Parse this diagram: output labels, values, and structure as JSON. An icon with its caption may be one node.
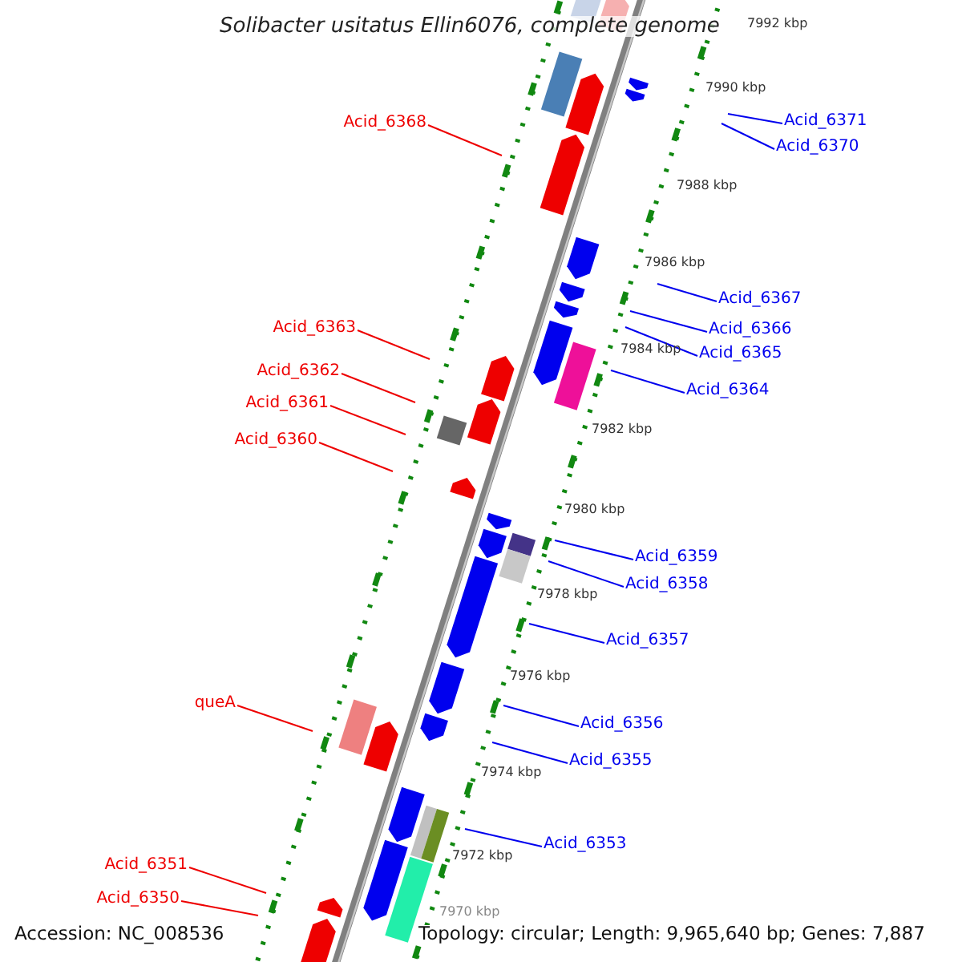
{
  "diagram": {
    "title": "Solibacter usitatus Ellin6076, complete genome",
    "nodes": [
      {
        "text": [
          "Acid_6371"
        ]
      },
      {
        "text": [
          "Acid_6368"
        ]
      },
      {
        "text": [
          "Acid_6370"
        ]
      },
      {
        "text": [
          "Acid_6367"
        ]
      },
      {
        "text": [
          "Acid_6363"
        ]
      },
      {
        "text": [
          "Acid_6366"
        ]
      },
      {
        "text": [
          "Acid_6365"
        ]
      },
      {
        "text": [
          "Acid_6362"
        ]
      },
      {
        "text": [
          "Acid_6364"
        ]
      },
      {
        "text": [
          "Acid_6361"
        ]
      },
      {
        "text": [
          "Acid_6360"
        ]
      },
      {
        "text": [
          "Acid_6359"
        ]
      },
      {
        "text": [
          "Acid_6358"
        ]
      },
      {
        "text": [
          "Acid_6357"
        ]
      },
      {
        "text": [
          "queA"
        ]
      },
      {
        "text": [
          "Acid_6356"
        ]
      },
      {
        "text": [
          "Acid_6355"
        ]
      },
      {
        "text": [
          "Acid_6353"
        ]
      },
      {
        "text": [
          "Acid_6351"
        ]
      },
      {
        "text": [
          "Acid_6350"
        ]
      }
    ],
    "edges": [
      {
        "from": 0,
        "to": null,
        "arrow": "none"
      },
      {
        "from": 1,
        "to": null,
        "arrow": "none",
        "color": "#ee0000"
      },
      {
        "from": 2,
        "to": null,
        "arrow": "none"
      },
      {
        "from": 3,
        "to": null,
        "arrow": "none"
      },
      {
        "from": 4,
        "to": null,
        "arrow": "none",
        "color": "#ee0000"
      },
      {
        "from": 5,
        "to": null,
        "arrow": "none"
      },
      {
        "from": 6,
        "to": null,
        "arrow": "none"
      },
      {
        "from": 7,
        "to": null,
        "arrow": "none",
        "color": "#ee0000"
      },
      {
        "from": 8,
        "to": null,
        "arrow": "none"
      },
      {
        "from": 9,
        "to": null,
        "arrow": "none",
        "color": "#ee0000"
      },
      {
        "from": 10,
        "to": null,
        "arrow": "none",
        "color": "#ee0000"
      },
      {
        "from": 11,
        "to": null,
        "arrow": "none"
      },
      {
        "from": 12,
        "to": null,
        "arrow": "none"
      },
      {
        "from": 13,
        "to": null,
        "arrow": "none"
      },
      {
        "from": 14,
        "to": null,
        "arrow": "none",
        "color": "#ee0000"
      },
      {
        "from": 15,
        "to": null,
        "arrow": "none"
      },
      {
        "from": 16,
        "to": null,
        "arrow": "none"
      },
      {
        "from": 17,
        "to": null,
        "arrow": "none"
      },
      {
        "from": 18,
        "to": null,
        "arrow": "none",
        "color": "#ee0000"
      },
      {
        "from": 19,
        "to": null,
        "arrow": "none",
        "color": "#ee0000"
      }
    ],
    "labels": [
      "7992 kbp",
      "7990 kbp",
      "7988 kbp",
      "7986 kbp",
      "7984 kbp",
      "7982 kbp",
      "7980 kbp",
      "7978 kbp",
      "7976 kbp",
      "7974 kbp",
      "7972 kbp",
      "7970 kbp",
      "Accession: NC_008536",
      "Topology: circular; Length: 9,965,640 bp; Genes: 7,887"
    ]
  }
}
